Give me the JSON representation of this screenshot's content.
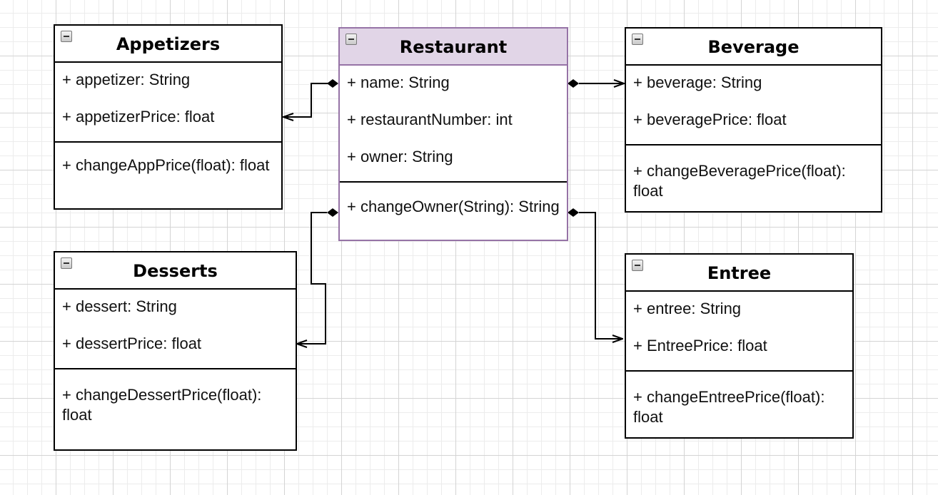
{
  "classes": {
    "appetizers": {
      "title": "Appetizers",
      "attributes": [
        "+ appetizer: String",
        "+ appetizerPrice: float"
      ],
      "methods": [
        "+ changeAppPrice(float): float"
      ]
    },
    "restaurant": {
      "title": "Restaurant",
      "attributes": [
        "+ name: String",
        "+ restaurantNumber: int",
        "+ owner: String"
      ],
      "methods": [
        "+ changeOwner(String): String"
      ]
    },
    "beverage": {
      "title": "Beverage",
      "attributes": [
        "+ beverage: String",
        "+ beveragePrice: float"
      ],
      "methods": [
        "+ changeBeveragePrice(float): float"
      ]
    },
    "desserts": {
      "title": "Desserts",
      "attributes": [
        "+ dessert: String",
        "+ dessertPrice: float"
      ],
      "methods": [
        "+ changeDessertPrice(float): float"
      ]
    },
    "entree": {
      "title": "Entree",
      "attributes": [
        "+ entree: String",
        "+ EntreePrice: float"
      ],
      "methods": [
        "+ changeEntreePrice(float): float"
      ]
    }
  },
  "relationships": [
    {
      "from": "Restaurant",
      "to": "Appetizers",
      "type": "composition"
    },
    {
      "from": "Restaurant",
      "to": "Beverage",
      "type": "composition"
    },
    {
      "from": "Restaurant",
      "to": "Desserts",
      "type": "composition"
    },
    {
      "from": "Restaurant",
      "to": "Entree",
      "type": "composition"
    }
  ],
  "icons": {
    "collapse": "minus-square-icon"
  },
  "colors": {
    "restaurant_header_fill": "#e1d5e7",
    "restaurant_border": "#9673a6",
    "line": "#000000"
  }
}
